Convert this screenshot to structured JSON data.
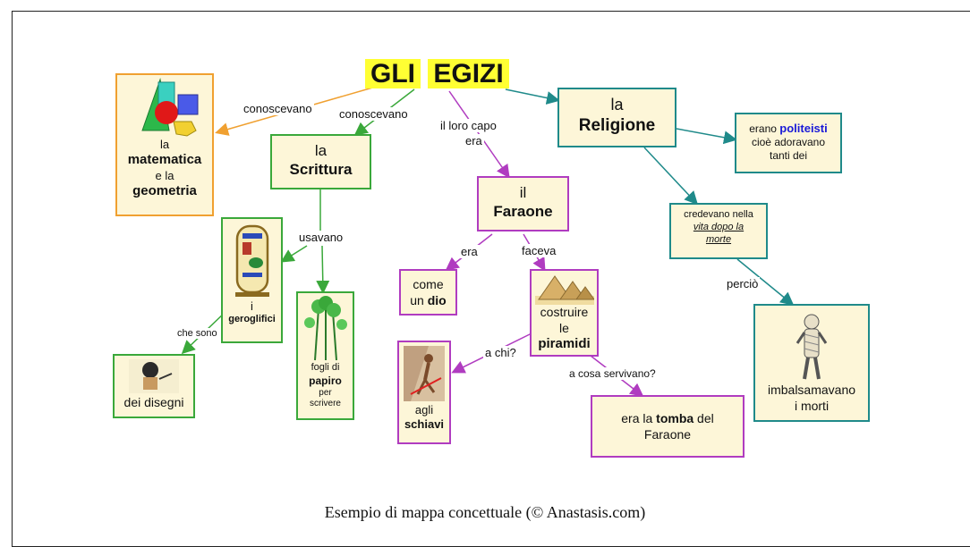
{
  "title": {
    "word1": "GLI",
    "word2": "EGIZI"
  },
  "caption": "Esempio di mappa concettuale (© Anastasis.com)",
  "colors": {
    "orange": "#f0a030",
    "green": "#3aa83a",
    "magenta": "#b03cc0",
    "teal": "#1f8a8a",
    "box_fill": "#fdf6d8",
    "title_highlight": "#ffff33"
  },
  "nodes": {
    "matematica": {
      "line1": "la",
      "line2": "matematica",
      "line3": "e la",
      "line4": "geometria",
      "icon": "geometric-solids-icon"
    },
    "scrittura": {
      "line1": "la",
      "line2": "Scrittura"
    },
    "geroglifici": {
      "line1": "i",
      "line2": "geroglifici",
      "icon": "cartouche-icon"
    },
    "papiro": {
      "line1": "fogli di",
      "line2": "papiro",
      "line3": "per",
      "line4": "scrivere",
      "icon": "papyrus-plant-icon"
    },
    "disegni": {
      "text": "dei disegni",
      "icon": "scribe-drawing-icon"
    },
    "faraone": {
      "line1": "il",
      "line2": "Faraone"
    },
    "dio": {
      "line1": "come",
      "line2a": "un ",
      "line2b": "dio"
    },
    "piramidi": {
      "line1": "costruire",
      "line2": "le",
      "line3": "piramidi",
      "icon": "pyramids-icon"
    },
    "schiavi": {
      "line1": "agli",
      "line2": "schiavi",
      "icon": "slave-climbing-icon"
    },
    "tomba": {
      "part1": "era la ",
      "part2": "tomba",
      "part3": " del",
      "line2": "Faraone"
    },
    "religione": {
      "line1": "la",
      "line2": "Religione"
    },
    "politeisti": {
      "part1": "erano ",
      "part2": "politeisti",
      "line2": "cioè adoravano",
      "line3": "tanti dei"
    },
    "vita": {
      "line1": "credevano nella",
      "line2": "vita dopo la",
      "line3": "morte"
    },
    "imbalsamavano": {
      "line1": "imbalsamavano",
      "line2": "i morti",
      "icon": "mummy-icon"
    }
  },
  "links": {
    "conoscevano1": "conoscevano",
    "conoscevano2": "conoscevano",
    "loro_capo": "il loro capo",
    "era_top": "era",
    "usavano": "usavano",
    "che_sono": "che sono",
    "era": "era",
    "faceva": "faceva",
    "a_chi": "a chi?",
    "a_cosa": "a cosa servivano?",
    "percio": "perciò"
  }
}
